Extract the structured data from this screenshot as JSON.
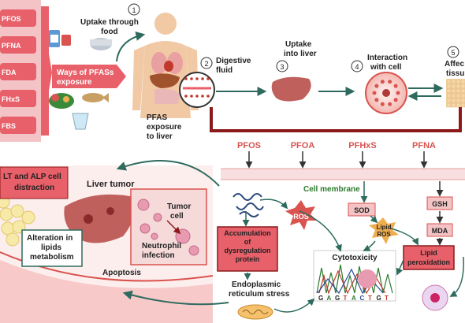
{
  "sources": [
    "PFOS",
    "PFNA",
    "FDA",
    "FHxS",
    "FBS"
  ],
  "ways_label": [
    "Ways of PFASs",
    "exposure"
  ],
  "steps": {
    "s1": {
      "num": "1",
      "text": [
        "Uptake through",
        "food"
      ]
    },
    "s2": {
      "num": "2",
      "text": [
        "Digestive",
        "fluid"
      ]
    },
    "s3": {
      "num": "3",
      "text": [
        "Uptake",
        "into liver"
      ]
    },
    "s4": {
      "num": "4",
      "text": [
        "Interaction",
        "with cell"
      ]
    },
    "s5": {
      "num": "5",
      "text": [
        "Affec",
        "tissu"
      ]
    }
  },
  "pfas_liver": [
    "PFAS",
    "exposure",
    "to liver"
  ],
  "compounds": [
    "PFOS",
    "PFOA",
    "PFHxS",
    "PFNA"
  ],
  "cell_membrane": "Cell membrane",
  "alt_box": [
    "LT and ALP cell",
    "distraction"
  ],
  "liver_tumor": "Liver tumor",
  "tumor_cell": [
    "Tumor",
    "cell"
  ],
  "neutrophil": [
    "Neutrophil",
    "infection"
  ],
  "lipids_box": [
    "Alteration in",
    "lipids",
    "metabolism"
  ],
  "apoptosis": "Apoptosis",
  "ros": "ROS",
  "sod": "SOD",
  "lipid_ros": [
    "Lipid",
    "ROS"
  ],
  "gsh": "GSH",
  "mda": "MDA",
  "accum_box": [
    "Accumulation",
    "of",
    "dysregulation",
    "protein"
  ],
  "cytotoxicity": "Cytotoxicity",
  "lipid_perox": [
    "Lipid",
    "peroxidation"
  ],
  "er_stress": [
    "Endoplasmic",
    "reticulum stress"
  ],
  "dna_seq": "GAGTACTGT",
  "colors": {
    "red_box": "#e8606a",
    "dark_red": "#8b1a1a",
    "teal": "#2e6b5e",
    "green": "#3b8a3b",
    "pink_bg": "#fbe3e3"
  }
}
